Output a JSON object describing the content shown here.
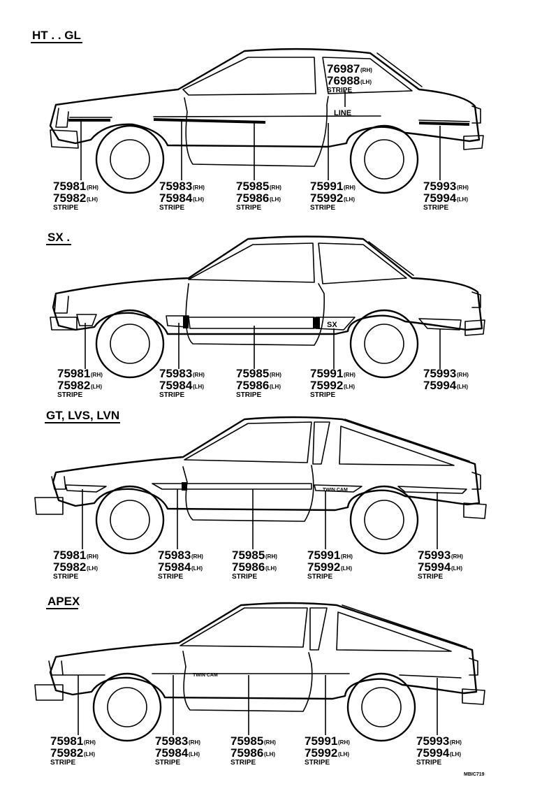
{
  "sections": [
    {
      "title": "HT . . GL",
      "badge": "LINE",
      "labels": [
        {
          "p1": "75981",
          "s1": "(RH)",
          "p2": "75982",
          "s2": "(LH)",
          "stripe": "STRIPE"
        },
        {
          "p1": "75983",
          "s1": "(RH)",
          "p2": "75984",
          "s2": "(LH)",
          "stripe": "STRIPE"
        },
        {
          "p1": "75985",
          "s1": "(RH)",
          "p2": "75986",
          "s2": "(LH)",
          "stripe": "STRIPE"
        },
        {
          "p1": "75991",
          "s1": "(RH)",
          "p2": "75992",
          "s2": "(LH)",
          "stripe": "STRIPE"
        },
        {
          "p1": "75993",
          "s1": "(RH)",
          "p2": "75994",
          "s2": "(LH)",
          "stripe": "STRIPE"
        }
      ],
      "top_label": {
        "p1": "76987",
        "s1": "(RH)",
        "p2": "76988",
        "s2": "(LH)",
        "stripe": "STRIPE"
      }
    },
    {
      "title": "SX .",
      "badge": "SX",
      "labels": [
        {
          "p1": "75981",
          "s1": "(RH)",
          "p2": "75982",
          "s2": "(LH)",
          "stripe": "STRIPE"
        },
        {
          "p1": "75983",
          "s1": "(RH)",
          "p2": "75984",
          "s2": "(LH)",
          "stripe": "STRIPE"
        },
        {
          "p1": "75985",
          "s1": "(RH)",
          "p2": "75986",
          "s2": "(LH)",
          "stripe": "STRIPE"
        },
        {
          "p1": "75991",
          "s1": "(RH)",
          "p2": "75992",
          "s2": "(LH)",
          "stripe": "STRIPE"
        },
        {
          "p1": "75993",
          "s1": "(RH)",
          "p2": "75994",
          "s2": "(LH)",
          "stripe": ""
        }
      ]
    },
    {
      "title": "GT, LVS, LVN",
      "badge": "TWIN CAM",
      "labels": [
        {
          "p1": "75981",
          "s1": "(RH)",
          "p2": "75982",
          "s2": "(LH)",
          "stripe": "STRIPE"
        },
        {
          "p1": "75983",
          "s1": "(RH)",
          "p2": "75984",
          "s2": "(LH)",
          "stripe": "STRIPE"
        },
        {
          "p1": "75985",
          "s1": "(RH)",
          "p2": "75986",
          "s2": "(LH)",
          "stripe": "STRIPE"
        },
        {
          "p1": "75991",
          "s1": "(RH)",
          "p2": "75992",
          "s2": "(LH)",
          "stripe": "STRIPE"
        },
        {
          "p1": "75993",
          "s1": "(RH)",
          "p2": "75994",
          "s2": "(LH)",
          "stripe": "STRIPE"
        }
      ]
    },
    {
      "title": "APEX",
      "badge": "TWIN CAM",
      "labels": [
        {
          "p1": "75981",
          "s1": "(RH)",
          "p2": "75982",
          "s2": "(LH)",
          "stripe": "STRIPE"
        },
        {
          "p1": "75983",
          "s1": "(RH)",
          "p2": "75984",
          "s2": "(LH)",
          "stripe": "STRIPE"
        },
        {
          "p1": "75985",
          "s1": "(RH)",
          "p2": "75986",
          "s2": "(LH)",
          "stripe": "STRIPE"
        },
        {
          "p1": "75991",
          "s1": "(RH)",
          "p2": "75992",
          "s2": "(LH)",
          "stripe": "STRIPE"
        },
        {
          "p1": "75993",
          "s1": "(RH)",
          "p2": "75994",
          "s2": "(LH)",
          "stripe": "STRIPE"
        }
      ]
    }
  ],
  "reference": "MBIC719"
}
